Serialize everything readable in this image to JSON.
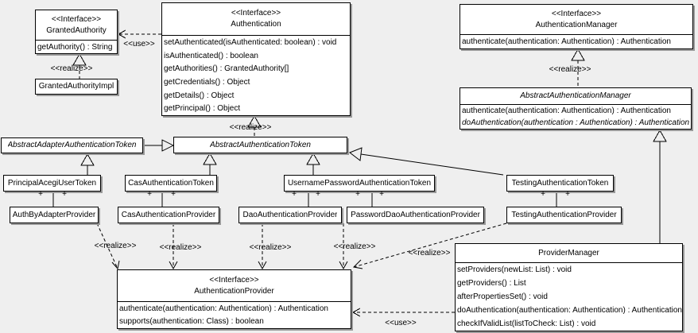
{
  "diagram": {
    "background": "#efefef",
    "box_fill": "#ffffff",
    "line_color": "#000000",
    "shadow_color": "#999999"
  },
  "stereotype_labels": {
    "use": "<<use>>",
    "realize": "<<realize>>"
  },
  "multiplicity": {
    "plus": "+"
  },
  "classes": {
    "granted_authority": {
      "stereotype": "<<Interface>>",
      "name": "GrantedAuthority",
      "methods": [
        "getAuthority() : String"
      ]
    },
    "granted_authority_impl": {
      "name": "GrantedAuthorityImpl"
    },
    "authentication": {
      "stereotype": "<<Interface>>",
      "name": "Authentication",
      "methods": [
        "setAuthenticated(isAuthenticated: boolean) : void",
        "isAuthenticated() : boolean",
        "getAuthorities() : GrantedAuthority[]",
        "getCredentials() : Object",
        "getDetails() : Object",
        "getPrincipal() : Object"
      ]
    },
    "authentication_manager": {
      "stereotype": "<<Interface>>",
      "name": "AuthenticationManager",
      "methods": [
        "authenticate(authentication: Authentication) : Authentication"
      ]
    },
    "abstract_authentication_manager": {
      "name": "AbstractAuthenticationManager",
      "methods": [
        "authenticate(authentication: Authentication) : Authentication",
        "doAuthentication(authentication : Authentication) : Authentication"
      ]
    },
    "abstract_adapter_authentication_token": {
      "name": "AbstractAdapterAuthenticationToken"
    },
    "abstract_authentication_token": {
      "name": "AbstractAuthenticationToken"
    },
    "principal_acegi_user_token": {
      "name": "PrincipalAcegiUserToken"
    },
    "cas_authentication_token": {
      "name": "CasAuthenticationToken"
    },
    "username_password_authentication_token": {
      "name": "UsernamePasswordAuthenticationToken"
    },
    "testing_authentication_token": {
      "name": "TestingAuthenticationToken"
    },
    "auth_by_adapter_provider": {
      "name": "AuthByAdapterProvider"
    },
    "cas_authentication_provider": {
      "name": "CasAuthenticationProvider"
    },
    "dao_authentication_provider": {
      "name": "DaoAuthenticationProvider"
    },
    "password_dao_authentication_provider": {
      "name": "PasswordDaoAuthenticationProvider"
    },
    "testing_authentication_provider": {
      "name": "TestingAuthenticationProvider"
    },
    "authentication_provider": {
      "stereotype": "<<Interface>>",
      "name": "AuthenticationProvider",
      "methods": [
        "authenticate(authentication: Authentication) : Authentication",
        "supports(authentication: Class) : boolean"
      ]
    },
    "provider_manager": {
      "name": "ProviderManager",
      "methods": [
        "setProviders(newList: List) : void",
        "getProviders() : List",
        "afterPropertiesSet() : void",
        "doAuthentication(authentication: Authentication) : Authentication",
        "checkIfValidList(listToCheck: List) : void"
      ]
    }
  }
}
